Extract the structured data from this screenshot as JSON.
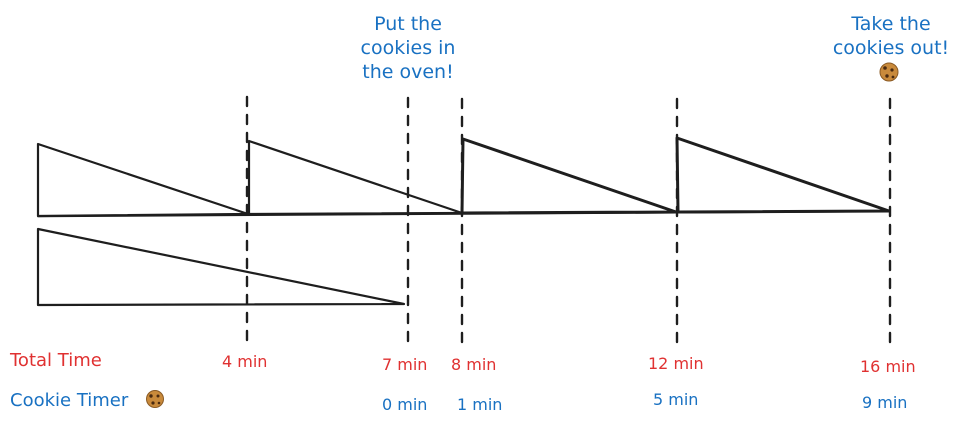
{
  "row_labels": {
    "total_time": "Total Time",
    "cookie_timer": "Cookie Timer"
  },
  "total_time_ticks": [
    "4 min",
    "7 min",
    "8 min",
    "12 min",
    "16 min"
  ],
  "cookie_timer_ticks": [
    "0 min",
    "1 min",
    "5 min",
    "9 min"
  ],
  "notes": {
    "put_in": [
      "Put the",
      "cookies in",
      "the oven!"
    ],
    "take_out": [
      "Take the",
      "cookies out!"
    ]
  },
  "colors": {
    "total_time": "#e03131",
    "cookie_timer": "#1971c2",
    "stroke": "#1e1e1e",
    "cookie": "#c98a3b"
  },
  "icons": [
    "cookie-icon"
  ]
}
